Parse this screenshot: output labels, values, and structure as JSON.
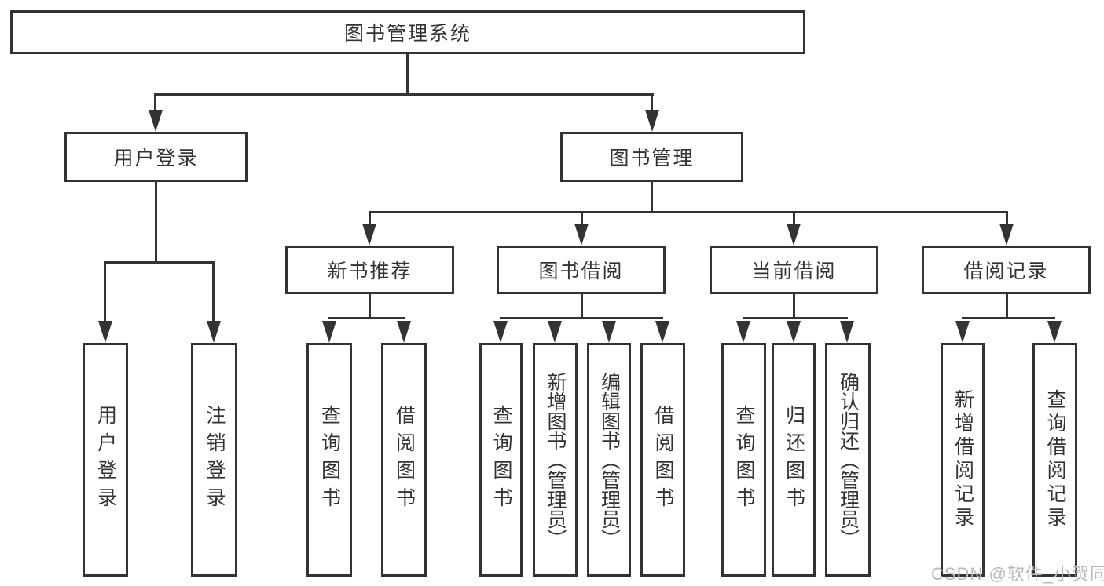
{
  "tree": {
    "root": {
      "label": "图书管理系统"
    },
    "branches": [
      {
        "label": "用户登录",
        "children": [
          {
            "label": "用户登录"
          },
          {
            "label": "注销登录"
          }
        ]
      },
      {
        "label": "图书管理",
        "children": [
          {
            "label": "新书推荐",
            "children": [
              {
                "label": "查询图书"
              },
              {
                "label": "借阅图书"
              }
            ]
          },
          {
            "label": "图书借阅",
            "children": [
              {
                "label": "查询图书"
              },
              {
                "label": "新增图书（管理员）"
              },
              {
                "label": "编辑图书（管理员）"
              },
              {
                "label": "借阅图书"
              }
            ]
          },
          {
            "label": "当前借阅",
            "children": [
              {
                "label": "查询图书"
              },
              {
                "label": "归还图书"
              },
              {
                "label": "确认归还（管理员）"
              }
            ]
          },
          {
            "label": "借阅记录",
            "children": [
              {
                "label": "新增借阅记录"
              },
              {
                "label": "查询借阅记录"
              }
            ]
          }
        ]
      }
    ]
  },
  "watermark": {
    "text": "CSDN @软件_小贺同学"
  },
  "colors": {
    "line": "#333333",
    "text": "#333333",
    "background": "#ffffff",
    "watermark": "#b9b9b9"
  }
}
